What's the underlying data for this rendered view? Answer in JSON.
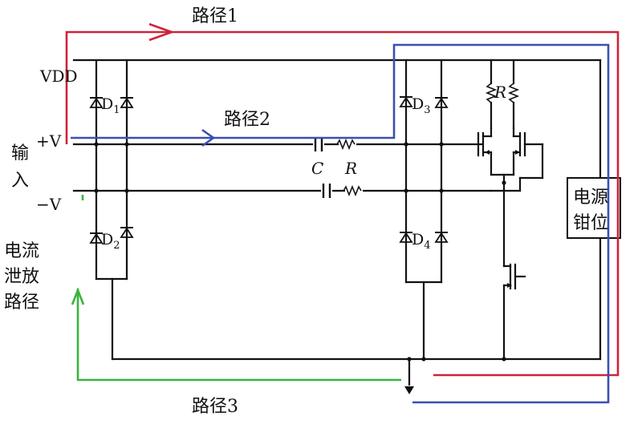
{
  "labels": {
    "path1": "路径1",
    "path2": "路径2",
    "path3": "路径3",
    "vdd": "VDD",
    "plus_v": "+V",
    "minus_v": "−V",
    "input_1": "输",
    "input_2": "入",
    "leak_1": "电流",
    "leak_2": "泄放",
    "leak_3": "路径",
    "clamp_1": "电源",
    "clamp_2": "钳位",
    "cap": "C",
    "res": "R",
    "res_top": "R",
    "d1": "D",
    "d1_sub": "1",
    "d2": "D",
    "d2_sub": "2",
    "d3": "D",
    "d3_sub": "3",
    "d4": "D",
    "d4_sub": "4"
  },
  "colors": {
    "path1": "#d0223a",
    "path2": "#3b4fb3",
    "path3": "#3ab43a",
    "wire": "#111111"
  }
}
